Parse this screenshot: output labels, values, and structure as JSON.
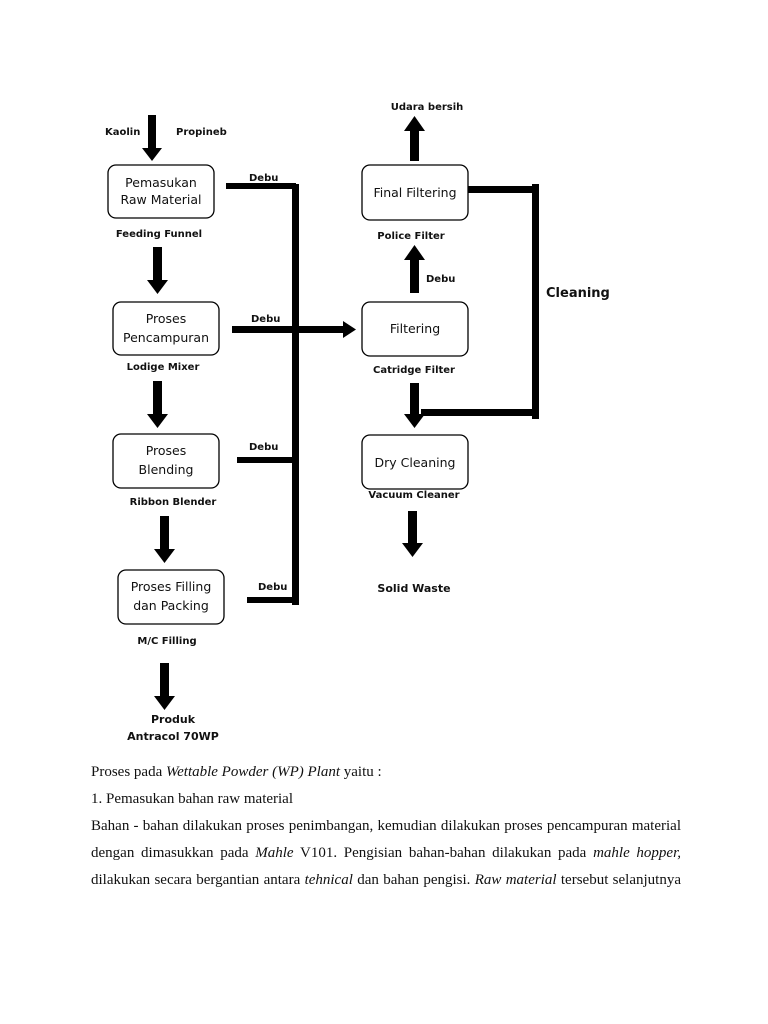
{
  "diagram": {
    "inputs": {
      "kaolin": "Kaolin",
      "propineb": "Propineb"
    },
    "left_boxes": [
      {
        "line1": "Pemasukan",
        "line2": "Raw Material",
        "caption": "Feeding Funnel",
        "dust": "Debu"
      },
      {
        "line1": "Proses",
        "line2": "Pencampuran",
        "caption": "Lodige Mixer",
        "dust": "Debu"
      },
      {
        "line1": "Proses",
        "line2": "Blending",
        "caption": "Ribbon Blender",
        "dust": "Debu"
      },
      {
        "line1": "Proses Filling",
        "line2": "dan Packing",
        "caption": "M/C Filling",
        "dust": "Debu"
      }
    ],
    "product": {
      "line1": "Produk",
      "line2": "Antracol 70WP"
    },
    "right_boxes": [
      {
        "label": "Final Filtering",
        "caption": "Police Filter"
      },
      {
        "label": "Filtering",
        "caption": "Catridge Filter"
      },
      {
        "label": "Dry Cleaning",
        "caption": "Vacuum Cleaner"
      }
    ],
    "clean_air": "Udara bersih",
    "mid_dust": "Debu",
    "cleaning": "Cleaning",
    "solid_waste": "Solid Waste"
  },
  "text": {
    "l1_a": "Proses pada ",
    "l1_b": "Wettable Powder (WP) Plant",
    "l1_c": " yaitu :",
    "l2": "1. Pemasukan bahan raw material",
    "l3": "Bahan - bahan dilakukan proses penimbangan, kemudian  dilakukan proses pencampuran material",
    "l4_a": "dengan dimasukkan pada ",
    "l4_b": "Mahle",
    "l4_c": " V101. Pengisian bahan-bahan dilakukan pada ",
    "l4_d": "mahle hopper,",
    "l5_a": "dilakukan secara bergantian antara ",
    "l5_b": "tehnical",
    "l5_c": " dan bahan pengisi. ",
    "l5_d": "Raw material",
    "l5_e": " tersebut selanjutnya"
  }
}
